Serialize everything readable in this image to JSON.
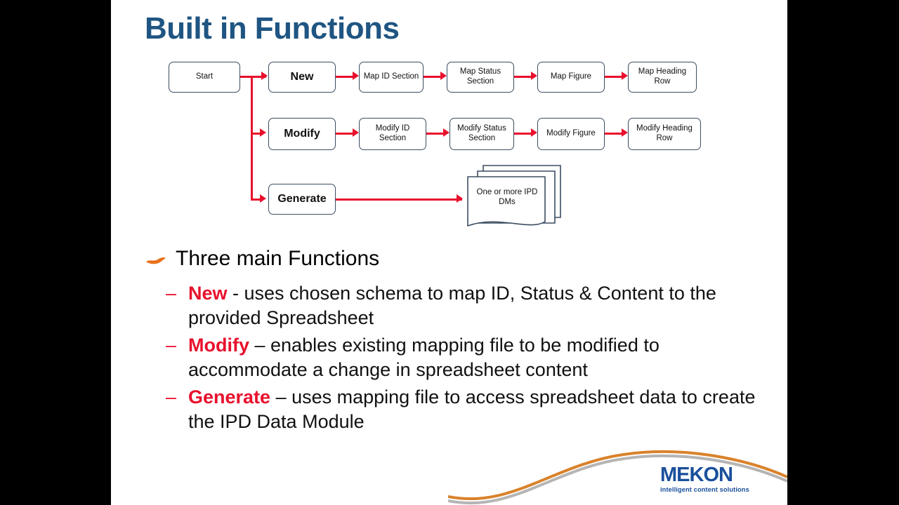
{
  "slide": {
    "title": "Built in Functions",
    "title_color": "#1F5582",
    "background": "#FFFFFF",
    "letterbox_color": "#000000"
  },
  "flowchart": {
    "connector_color": "#E8112D",
    "node_border_color": "#3B4D61",
    "start": {
      "label": "Start"
    },
    "rows": [
      {
        "name": "new-row",
        "function": "New",
        "steps": [
          "Map ID Section",
          "Map Status Section",
          "Map Figure",
          "Map Heading Row"
        ]
      },
      {
        "name": "modify-row",
        "function": "Modify",
        "steps": [
          "Modify ID Section",
          "Modify Status Section",
          "Modify Figure",
          "Modify Heading Row"
        ]
      },
      {
        "name": "generate-row",
        "function": "Generate",
        "steps": []
      }
    ],
    "output_document": "One or more IPD DMs"
  },
  "body": {
    "heading": "Three main Functions",
    "bullets": [
      {
        "keyword": "New",
        "rest": " - uses chosen schema to map ID, Status & Content to the provided Spreadsheet"
      },
      {
        "keyword": "Modify",
        "rest": " – enables existing mapping file to be modified to accommodate a change in spreadsheet content"
      },
      {
        "keyword": "Generate",
        "rest": " – uses mapping file to access spreadsheet data to create the IPD Data Module"
      }
    ],
    "dash": "–",
    "keyword_color": "#E8112D",
    "bullet_color": "#E8711C"
  },
  "logo": {
    "name": "MEKON",
    "tagline": "intelligent content solutions",
    "color": "#1A4F9C",
    "swoosh_color": "#D9822B",
    "swoosh_shadow_color": "#B0B0B0"
  }
}
